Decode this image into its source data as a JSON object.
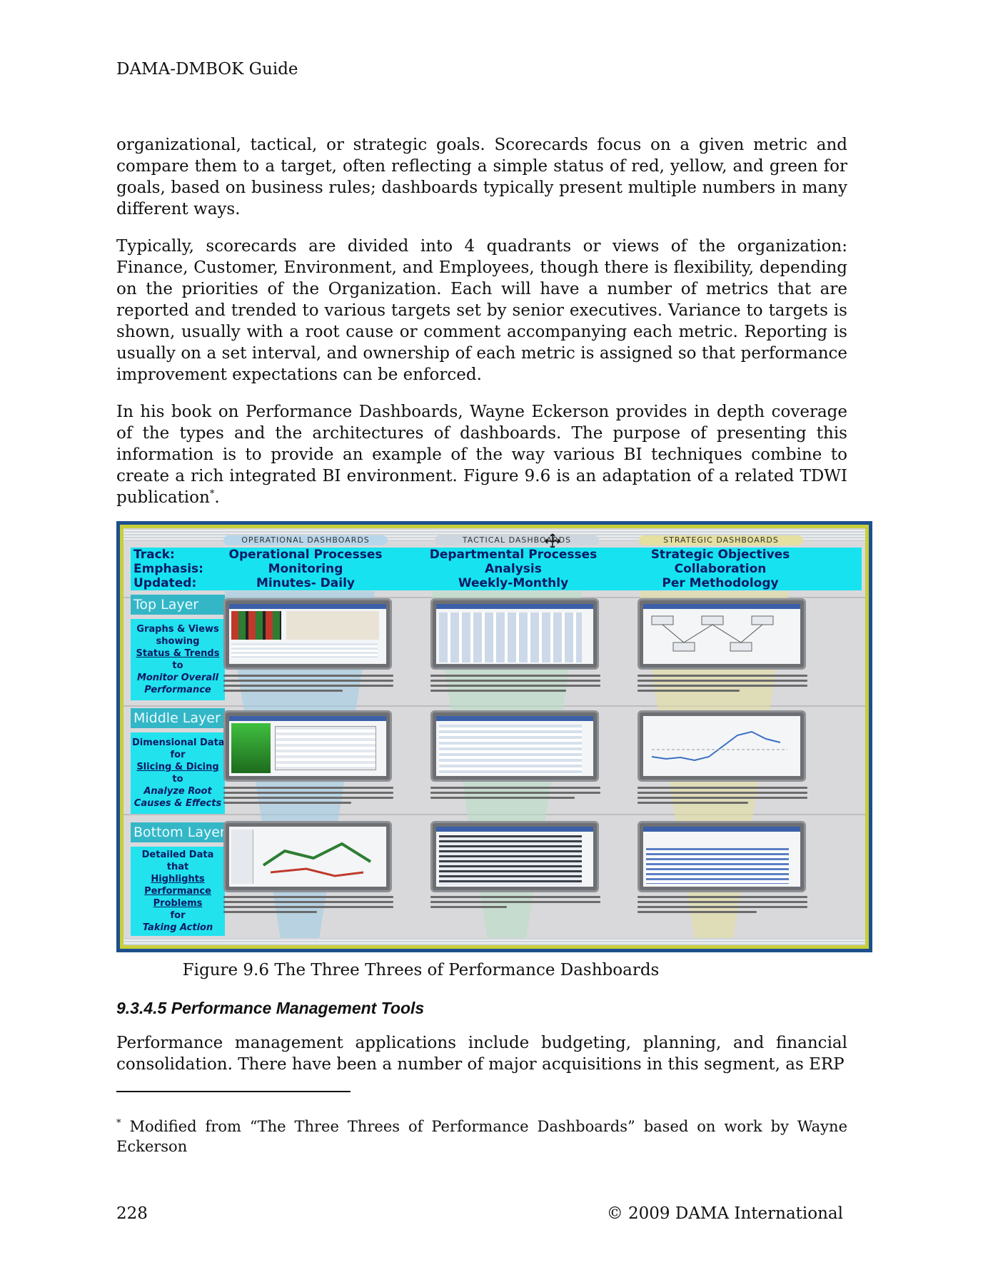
{
  "header": {
    "running_title": "DAMA-DMBOK Guide"
  },
  "body": {
    "paragraph1": "organizational, tactical, or strategic goals. Scorecards focus on a given metric and compare them to a target, often reflecting a simple status of red, yellow, and green for goals, based on business rules; dashboards typically present multiple numbers in many different ways.",
    "paragraph2": "Typically, scorecards are divided into 4 quadrants or views of the organization: Finance, Customer, Environment, and Employees, though there is flexibility, depending on the priorities of the Organization. Each will have a number of metrics that are reported and trended to various targets set by senior executives. Variance to targets is shown, usually with a root cause or comment accompanying each metric. Reporting is usually on a set interval, and ownership of each metric is assigned so that performance improvement expectations can be enforced.",
    "paragraph3": "In his book on Performance Dashboards, Wayne Eckerson provides in depth coverage of the types and the architectures of dashboards. The purpose of presenting this information is to provide an example of the way various BI techniques combine to create a rich integrated BI environment. Figure 9.6 is an adaptation of a related TDWI publication",
    "footnote_marker": "*",
    "paragraph3_end": "."
  },
  "figure": {
    "tabs": {
      "operational": "OPERATIONAL DASHBOARDS",
      "tactical": "TACTICAL DASHBOARDS",
      "strategic": "STRATEGIC DASHBOARDS"
    },
    "row_labels": {
      "track": "Track:",
      "emphasis": "Emphasis:",
      "updated": "Updated:"
    },
    "columns": {
      "operational": {
        "track": "Operational Processes",
        "emphasis": "Monitoring",
        "updated": "Minutes- Daily"
      },
      "tactical": {
        "track": "Departmental Processes",
        "emphasis": "Analysis",
        "updated": "Weekly-Monthly"
      },
      "strategic": {
        "track": "Strategic Objectives",
        "emphasis": "Collaboration",
        "updated": "Per Methodology"
      }
    },
    "layers": {
      "top": {
        "title": "Top Layer",
        "lines": [
          "Graphs & Views",
          "showing",
          "Status & Trends",
          "to",
          "Monitor Overall",
          "Performance"
        ]
      },
      "middle": {
        "title": "Middle Layer",
        "lines": [
          "Dimensional Data",
          "for",
          "Slicing & Dicing",
          "to",
          "Analyze Root",
          "Causes & Effects"
        ]
      },
      "bottom": {
        "title": "Bottom Layer",
        "lines": [
          "Detailed Data",
          "that",
          "Highlights",
          "Performance",
          "Problems",
          "for",
          "Taking Action"
        ]
      }
    },
    "caption": "Figure 9.6 The Three Threes of Performance Dashboards",
    "colors": {
      "band": "#16e3ef",
      "layer_title_bg": "#33b7c7",
      "border_outer": "#1e4f8c",
      "border_inner": "#c7cf3a"
    }
  },
  "section": {
    "heading": "9.3.4.5 Performance Management Tools"
  },
  "body_after": {
    "paragraph": "Performance management applications include budgeting, planning, and financial consolidation. There have been a number of major acquisitions in this segment, as ERP"
  },
  "footnote": {
    "marker": "*",
    "text": "Modified from “The Three Threes of Performance Dashboards” based on work by Wayne Eckerson"
  },
  "footer": {
    "page_number": "228",
    "copyright": "© 2009 DAMA International"
  }
}
